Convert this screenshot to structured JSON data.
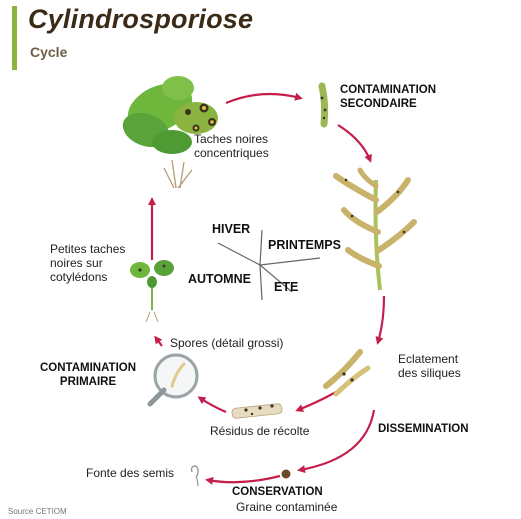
{
  "header": {
    "title": "Cylindrosporiose",
    "subtitle": "Cycle"
  },
  "labels": {
    "taches_noires": "Taches noires\nconcentriques",
    "contamination_secondaire": "CONTAMINATION\nSECONDAIRE",
    "petites_taches": "Petites taches\nnoires sur\ncotylédons",
    "eclatement": "Eclatement\ndes siliques",
    "spores": "Spores (détail grossi)",
    "contamination_primaire": "CONTAMINATION\nPRIMAIRE",
    "residus": "Résidus de récolte",
    "dissemination": "DISSEMINATION",
    "fonte": "Fonte des semis",
    "conservation": "CONSERVATION",
    "graine": "Graine contaminée"
  },
  "seasons": {
    "hiver": "HIVER",
    "printemps": "PRINTEMPS",
    "automne": "AUTOMNE",
    "ete": "ETE"
  },
  "source": "Source CETIOM",
  "colors": {
    "accent_bar": "#8ab33f",
    "arrow": "#c41e4b",
    "title": "#3b2a17",
    "leaf": "#5aa33a",
    "pod": "#c9b26a"
  },
  "icons": [
    "rapeseed-plant-icon",
    "infected-stem-icon",
    "pod-stem-icon",
    "open-pods-icon",
    "crop-residue-icon",
    "magnifier-icon",
    "seedling-icon",
    "seed-icon",
    "wilted-seedling-icon"
  ]
}
